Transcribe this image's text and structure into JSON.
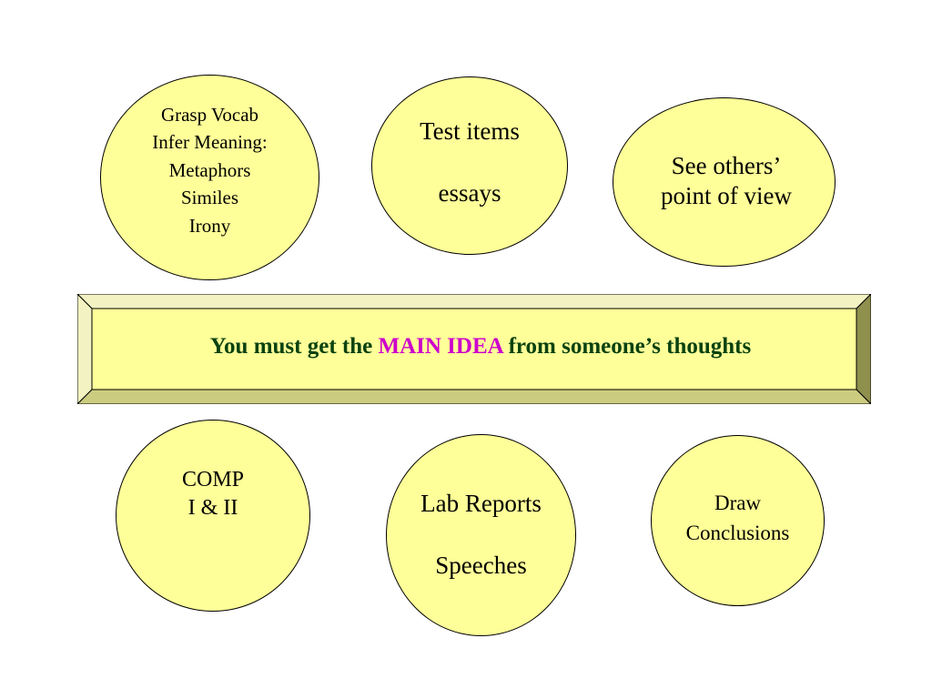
{
  "bubbles": {
    "vocab": {
      "lines": [
        "Grasp Vocab",
        "Infer Meaning:",
        "Metaphors",
        "Similes",
        "Irony"
      ]
    },
    "test_items": {
      "lines": [
        "Test items",
        "essays"
      ]
    },
    "view": {
      "lines": [
        "See others’",
        "point of view"
      ]
    },
    "comp": {
      "lines": [
        "COMP",
        "I & II"
      ]
    },
    "lab": {
      "lines": [
        "Lab Reports",
        "Speeches"
      ]
    },
    "conclusions": {
      "lines": [
        "Draw",
        "Conclusions"
      ]
    }
  },
  "banner": {
    "before": "You must get the",
    "highlight": "MAIN IDEA",
    "after": "from someone’s thoughts"
  },
  "colors": {
    "bubble_fill": "#ffff99",
    "banner_text": "#0a4210",
    "highlight": "#cc00cc"
  }
}
